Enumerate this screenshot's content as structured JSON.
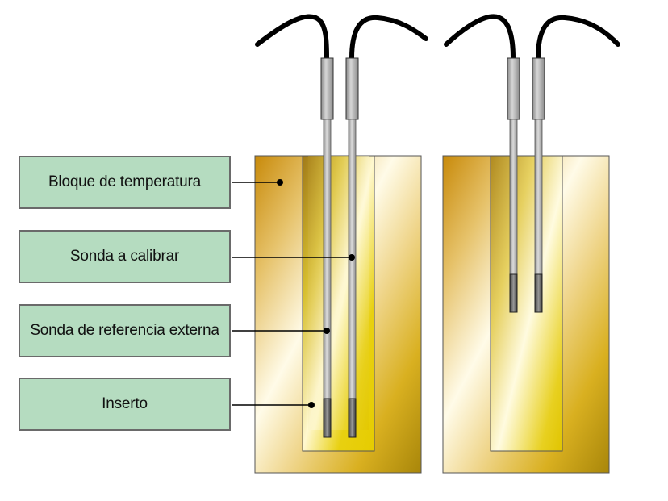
{
  "labels": [
    "Bloque de temperatura",
    "Sonda a calibrar",
    "Sonda de referencia externa",
    "Inserto"
  ],
  "colors": {
    "label_fill": "#b5dcc0",
    "label_border": "#6a6a6a",
    "block_dark": "#c68a08",
    "block_light": "#fffbe6",
    "insert_yellow": "#e0c800",
    "probe_gray": "#a8a8a8",
    "cable": "#000000"
  }
}
